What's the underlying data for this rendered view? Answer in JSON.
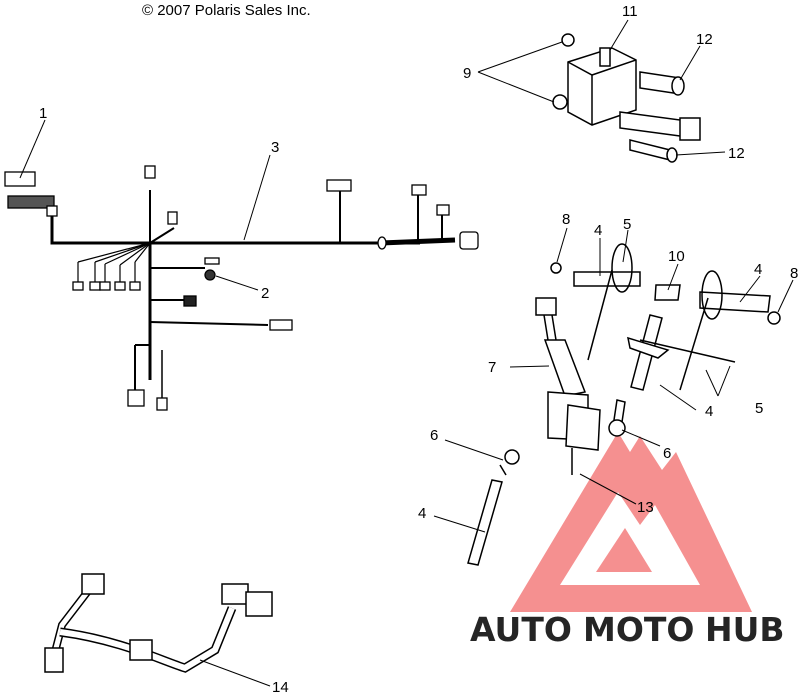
{
  "copyright": "© 2007 Polaris Sales Inc.",
  "callouts": {
    "c1": "1",
    "c2": "2",
    "c3": "3",
    "c4a": "4",
    "c4b": "4",
    "c4c": "4",
    "c4d": "4",
    "c5a": "5",
    "c5b": "5",
    "c6a": "6",
    "c6b": "6",
    "c7": "7",
    "c8a": "8",
    "c8b": "8",
    "c9": "9",
    "c10": "10",
    "c11": "11",
    "c12a": "12",
    "c12b": "12",
    "c13": "13",
    "c14": "14"
  },
  "watermark": {
    "auto": "AUTO",
    "moto": "MOTO",
    "hub": "HUB"
  },
  "colors": {
    "watermark_red": "#f26b6b",
    "watermark_orange": "#f6a86b",
    "watermark_grey": "#8c8c8c",
    "line": "#000000"
  }
}
